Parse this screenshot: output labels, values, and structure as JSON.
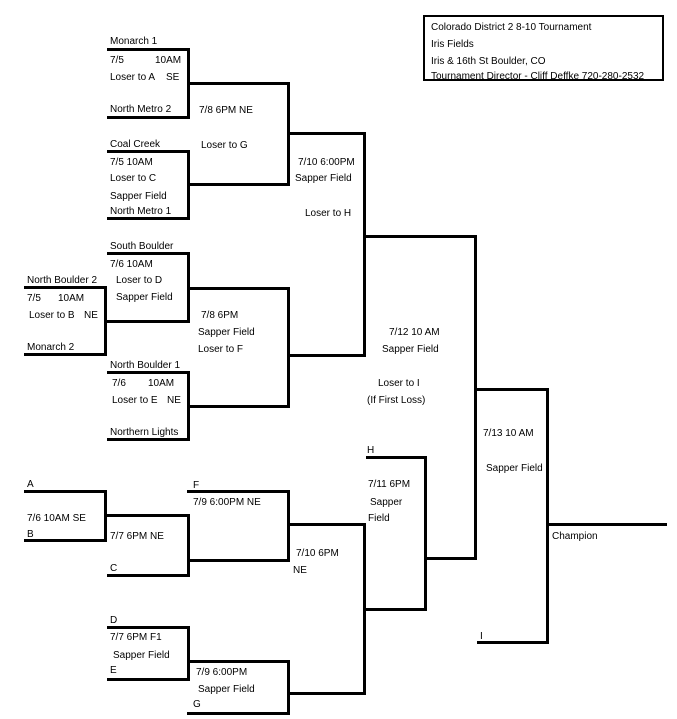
{
  "info": {
    "title": "Colorado District 2 8-10 Tournament",
    "venue": "Iris Fields",
    "address": "Iris & 16th St  Boulder, CO",
    "director": "Tournament Director - Cliff Deffke 720-280-2532"
  },
  "texts": {
    "monarch1": "Monarch 1",
    "g1_date": "7/5",
    "g1_time": "10AM",
    "g1_loser": "Loser to A",
    "g1_field": "SE",
    "north_metro2": "North Metro 2",
    "g5_info": "7/8   6PM   NE",
    "g5_loser": "Loser to G",
    "coal_creek": "Coal Creek",
    "g2_time": "7/5   10AM",
    "g2_loser": "Loser to C",
    "g2_field": "Sapper Field",
    "north_metro1": "North Metro 1",
    "g9_time": "7/10 6:00PM",
    "g9_field": "Sapper Field",
    "g9_loser": "Loser to H",
    "south_boulder": "South Boulder",
    "g3_time": "7/6    10AM",
    "g3_loser": "Loser to D",
    "g3_field": "Sapper Field",
    "north_boulder2": "North Boulder 2",
    "g0_date": "7/5",
    "g0_time": "10AM",
    "g0_loser": "Loser to B",
    "g0_field": "NE",
    "monarch2": "Monarch 2",
    "g6_time": "7/8  6PM",
    "g6_field": "Sapper Field",
    "g6_loser": "Loser to F",
    "g11_time": "7/12  10 AM",
    "g11_field": "Sapper Field",
    "north_boulder1": "North Boulder 1",
    "g4_date": "7/6",
    "g4_time": "10AM",
    "g4_loser": "Loser to  E",
    "g4_field": "NE",
    "g11_loser": "Loser to I",
    "g11_note": "(If First Loss)",
    "northern_lights": "Northern Lights",
    "final_time": "7/13 10 AM",
    "final_field": "Sapper Field",
    "slot_A": "A",
    "slot_F": "F",
    "slot_H": "H",
    "cb1_info": "7/6     10AM   SE",
    "cb3_info": "7/9  6:00PM   NE",
    "cb5_time": "7/11   6PM",
    "cb5_field1": "Sapper",
    "cb5_field2": "Field",
    "slot_B": "B",
    "cb2_info": "7/7    6PM      NE",
    "cb6_time": "7/10 6PM",
    "cb6_field": "NE",
    "champion": "Champion",
    "slot_C": "C",
    "slot_D": "D",
    "cb4_time": "7/7     6PM     F1",
    "cb4_field": "Sapper Field",
    "slot_I": "I",
    "slot_E": "E",
    "cb7_time": "7/9  6:00PM",
    "cb7_field": "Sapper Field",
    "slot_G": "G"
  }
}
